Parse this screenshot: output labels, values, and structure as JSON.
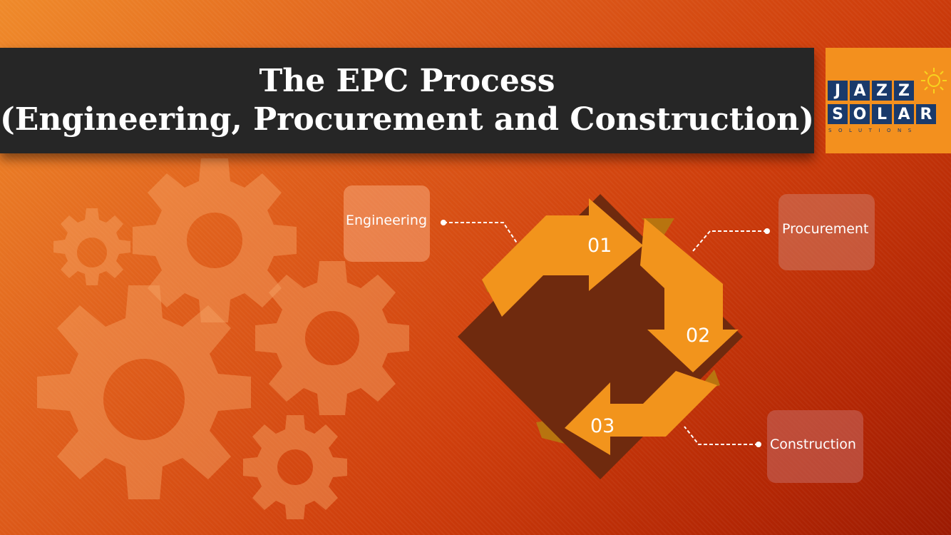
{
  "title": {
    "line1": "The EPC Process",
    "line2": "(Engineering, Procurement and Construction)"
  },
  "logo": {
    "row1": [
      "J",
      "A",
      "Z",
      "Z"
    ],
    "row2": [
      "S",
      "O",
      "L",
      "A",
      "R"
    ],
    "subtitle": "SOLUTIONS",
    "icon": "sun-icon"
  },
  "steps": [
    {
      "number": "01",
      "label": "Engineering"
    },
    {
      "number": "02",
      "label": "Procurement"
    },
    {
      "number": "03",
      "label": "Construction"
    }
  ],
  "decoration": {
    "icon": "gear-icon"
  },
  "colors": {
    "background_start": "#ef8a2a",
    "background_end": "#9c1a02",
    "title_bar": "#262626",
    "arrow": "#f2941c",
    "arrow_shadow": "#b8740f",
    "diamond": "#6f2a0e",
    "logo_bg": "#f3901e",
    "logo_blue": "#1a3a6b"
  }
}
